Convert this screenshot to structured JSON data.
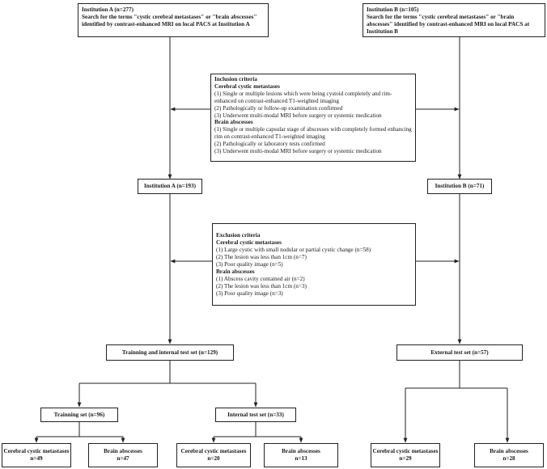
{
  "institution_a_source": {
    "title": "Institution A (n=277)",
    "desc": "Search for the terms \"cystic cerebral metastases\" or \"brain abscesses\" identified by contrast-enhanced MRI on local PACS at Institution A"
  },
  "institution_b_source": {
    "title": "Institution B (n=105)",
    "desc": "Search for the terms \"cystic cerebral metastases\" or \"brain abscesses\" identified by contrast-enhanced MRI on local PACS at Institution B"
  },
  "inclusion": {
    "title": "Inclusion criteria",
    "metastases_heading": "Cerebral cystic metastases",
    "metastases_items": [
      "(1) Single or multiple lesions which were being cystoid completely and rim-enhanced on contrast-enhanced T1-weighted imaging",
      "(2) Pathologically or follow-up examination confirmed",
      "(3) Underwent multi-modal MRI before surgery or systemic medication"
    ],
    "abscess_heading": "Brain abscesses",
    "abscess_items": [
      "(1) Single or multiple capsular stage of abscesses with completely formed enhancing rim on contrast-enhanced T1-weighted imaging",
      "(2) Pathologically or laboratory tests confirmed",
      "(3) Underwent multi-modal MRI before surgery or systemic medication"
    ]
  },
  "institution_a_included": "Institution A (n=193)",
  "institution_b_included": "Institution B (n=71)",
  "exclusion": {
    "title": "Exclusion criteria",
    "metastases_heading": "Cerebral cystic metastases",
    "metastases_items": [
      "(1) Large cystic with small nodular or partial cystic change (n=58)",
      "(2) The lesion was less than 1cm (n=7)",
      "(3) Poor quality image (n=5)"
    ],
    "abscess_heading": "Brain abscesses",
    "abscess_items": [
      "(1) Abscess cavity contained air (n=2)",
      "(2) The lesion was less than 1cm (n=3)",
      "(3) Poor quality image (n=3)"
    ]
  },
  "training_internal": "Trainning and  internal test set (n=129)",
  "external_test": "External test set (n=57)",
  "training_set": "Trainning set (n=96)",
  "internal_test": "Internal test set (n=33)",
  "leaves": {
    "train_meta_label": "Cerebral cystic metastases",
    "train_meta_n": "n=49",
    "train_abs_label": "Brain abscesses",
    "train_abs_n": "n=47",
    "int_meta_label": "Cerebral cystic metastases",
    "int_meta_n": "n=20",
    "int_abs_label": "Brain abscesses",
    "int_abs_n": "n=13",
    "ext_meta_label": "Cerebral cystic metastases",
    "ext_meta_n": "n=29",
    "ext_abs_label": "Brain abscesses",
    "ext_abs_n": "n=28"
  }
}
